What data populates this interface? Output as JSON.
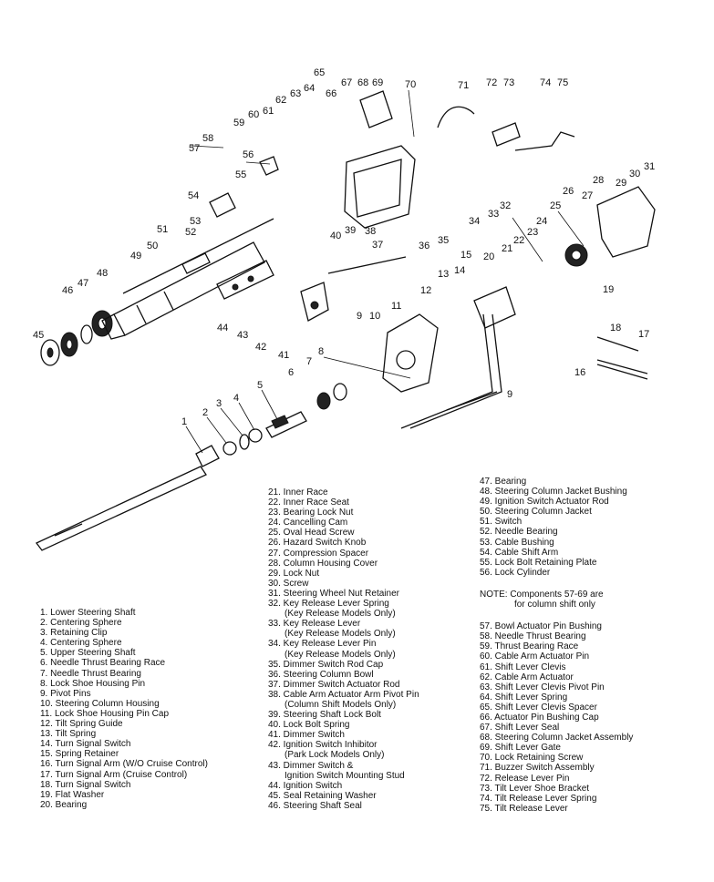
{
  "callouts": [
    "1",
    "2",
    "3",
    "4",
    "5",
    "6",
    "7",
    "8",
    "9",
    "9",
    "10",
    "11",
    "12",
    "13",
    "14",
    "15",
    "16",
    "17",
    "18",
    "19",
    "20",
    "21",
    "22",
    "23",
    "24",
    "25",
    "26",
    "27",
    "28",
    "29",
    "30",
    "31",
    "32",
    "33",
    "34",
    "35",
    "36",
    "37",
    "38",
    "39",
    "40",
    "41",
    "42",
    "43",
    "44",
    "45",
    "46",
    "47",
    "48",
    "49",
    "50",
    "51",
    "52",
    "53",
    "54",
    "55",
    "56",
    "57",
    "58",
    "59",
    "60",
    "61",
    "62",
    "63",
    "64",
    "65",
    "66",
    "67",
    "68",
    "69",
    "70",
    "71",
    "72",
    "73",
    "74",
    "75"
  ],
  "legend_col1": [
    "1. Lower Steering Shaft",
    "2. Centering Sphere",
    "3. Retaining Clip",
    "4. Centering Sphere",
    "5. Upper Steering Shaft",
    "6. Needle Thrust Bearing Race",
    "7. Needle Thrust Bearing",
    "8. Lock Shoe Housing Pin",
    "9. Pivot Pins",
    "10. Steering Column Housing",
    "11. Lock Shoe Housing Pin Cap",
    "12. Tilt Spring Guide",
    "13. Tilt Spring",
    "14. Turn Signal Switch",
    "15. Spring Retainer",
    "16. Turn Signal Arm (W/O Cruise Control)",
    "17. Turn Signal Arm (Cruise Control)",
    "18. Turn Signal Switch",
    "19. Flat Washer",
    "20. Bearing"
  ],
  "legend_col2": [
    "21. Inner Race",
    "22. Inner Race Seat",
    "23. Bearing Lock Nut",
    "24. Cancelling Cam",
    "25. Oval Head Screw",
    "26. Hazard Switch Knob",
    "27. Compression Spacer",
    "28. Column Housing Cover",
    "29. Lock Nut",
    "30. Screw",
    "31. Steering Wheel Nut Retainer",
    "32. Key Release Lever Spring",
    "(Key Release Models Only)",
    "33. Key Release Lever",
    "(Key Release Models Only)",
    "34. Key Release Lever Pin",
    "(Key Release Models Only)",
    "35. Dimmer Switch Rod Cap",
    "36. Steering Column Bowl",
    "37. Dimmer Switch Actuator Rod",
    "38. Cable Arm Actuator Arm Pivot Pin",
    "(Column Shift Models Only)",
    "39. Steering Shaft Lock Bolt",
    "40. Lock Bolt Spring",
    "41. Dimmer Switch",
    "42. Ignition Switch Inhibitor",
    "(Park Lock Models Only)",
    "43. Dimmer Switch &",
    "Ignition Switch Mounting Stud",
    "44. Ignition Switch",
    "45. Seal Retaining Washer",
    "46. Steering Shaft Seal"
  ],
  "legend_col3a": [
    "47. Bearing",
    "48. Steering Column Jacket Bushing",
    "49. Ignition Switch Actuator Rod",
    "50. Steering Column Jacket",
    "51. Switch",
    "52. Needle Bearing",
    "53. Cable Bushing",
    "54. Cable Shift Arm",
    "55. Lock Bolt Retaining Plate",
    "56. Lock Cylinder"
  ],
  "note": [
    "NOTE: Components 57-69 are",
    "for column shift only"
  ],
  "legend_col3b": [
    "57. Bowl Actuator Pin Bushing",
    "58. Needle Thrust Bearing",
    "59. Thrust Bearing Race",
    "60. Cable Arm Actuator Pin",
    "61. Shift Lever Clevis",
    "62. Cable Arm Actuator",
    "63. Shift Lever Clevis Pivot Pin",
    "64. Shift Lever Spring",
    "65. Shift Lever Clevis Spacer",
    "66. Actuator Pin Bushing Cap",
    "67. Shift Lever Seal",
    "68. Steering Column Jacket Assembly",
    "69. Shift Lever Gate",
    "70. Lock Retaining Screw",
    "71. Buzzer Switch Assembly",
    "72. Release Lever Pin",
    "73. Tilt Lever Shoe Bracket",
    "74. Tilt Release Lever Spring",
    "75. Tilt Release Lever"
  ]
}
